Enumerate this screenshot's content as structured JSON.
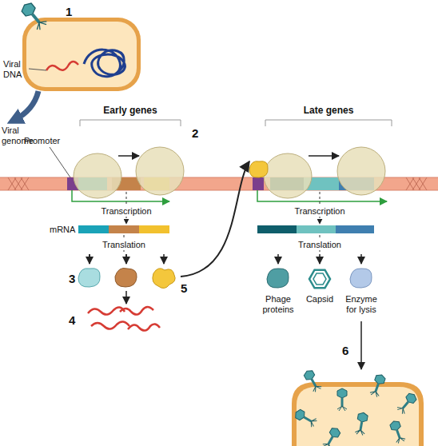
{
  "diagram": {
    "nodes": [
      {
        "text": [
          "Phage proteins"
        ]
      },
      {
        "text": [
          "Capsid"
        ]
      },
      {
        "text": [
          "Enzyme for lysis"
        ]
      }
    ],
    "labels": [
      "1",
      "Viral DNA",
      "Viral genome",
      "Early genes",
      "Promoter",
      "2",
      "Late genes",
      "Transcription",
      "Transcription",
      "mRNA",
      "Translation",
      "Translation",
      "3",
      "5",
      "4",
      "6"
    ]
  }
}
